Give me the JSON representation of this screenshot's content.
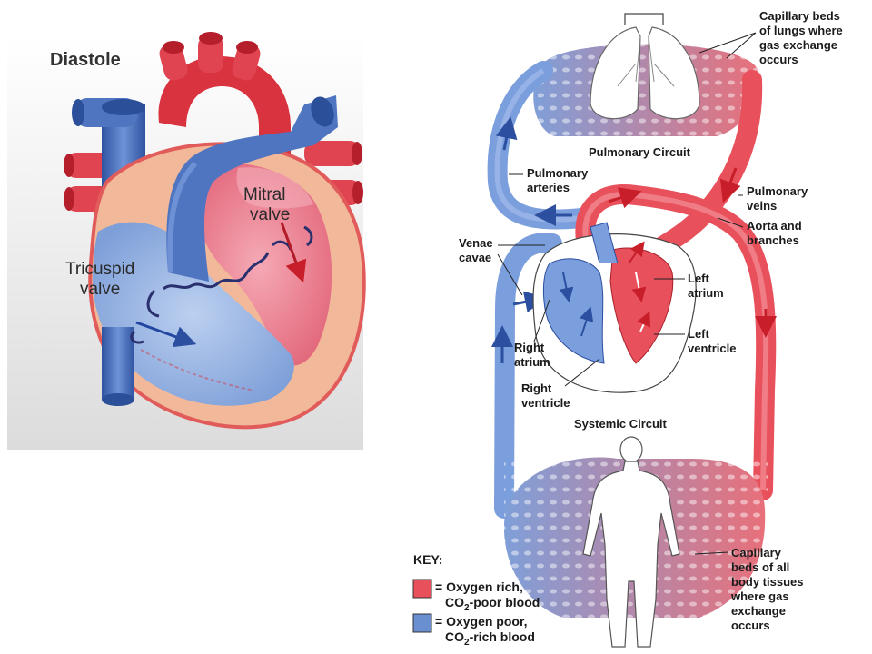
{
  "heart": {
    "title": "Diastole",
    "mitral_line1": "Mitral",
    "mitral_line2": "valve",
    "tricuspid_line1": "Tricuspid",
    "tricuspid_line2": "valve"
  },
  "circulation": {
    "capillary_lungs": [
      "Capillary beds",
      "of lungs where",
      "gas exchange",
      "occurs"
    ],
    "pulmonary_circuit": "Pulmonary Circuit",
    "pulmonary_arteries": [
      "Pulmonary",
      "arteries"
    ],
    "pulmonary_veins": [
      "Pulmonary",
      "veins"
    ],
    "aorta": [
      "Aorta and",
      "branches"
    ],
    "venae_cavae": [
      "Venae",
      "cavae"
    ],
    "left_atrium": [
      "Left",
      "atrium"
    ],
    "left_ventricle": [
      "Left",
      "ventricle"
    ],
    "right_atrium": [
      "Right",
      "atrium"
    ],
    "right_ventricle": [
      "Right",
      "ventricle"
    ],
    "systemic_circuit": "Systemic Circuit",
    "capillary_body": [
      "Capillary",
      "beds of all",
      "body tissues",
      "where gas",
      "exchange",
      "occurs"
    ]
  },
  "key": {
    "title": "KEY:",
    "rich_line1": "= Oxygen rich,",
    "rich_line2_a": "CO",
    "rich_line2_sub": "2",
    "rich_line2_b": "-poor blood",
    "poor_line1": "= Oxygen poor,",
    "poor_line2_a": "CO",
    "poor_line2_sub": "2",
    "poor_line2_b": "-rich blood"
  },
  "colors": {
    "oxygen_rich": "#e8505b",
    "oxygen_poor": "#6a8fd0"
  }
}
